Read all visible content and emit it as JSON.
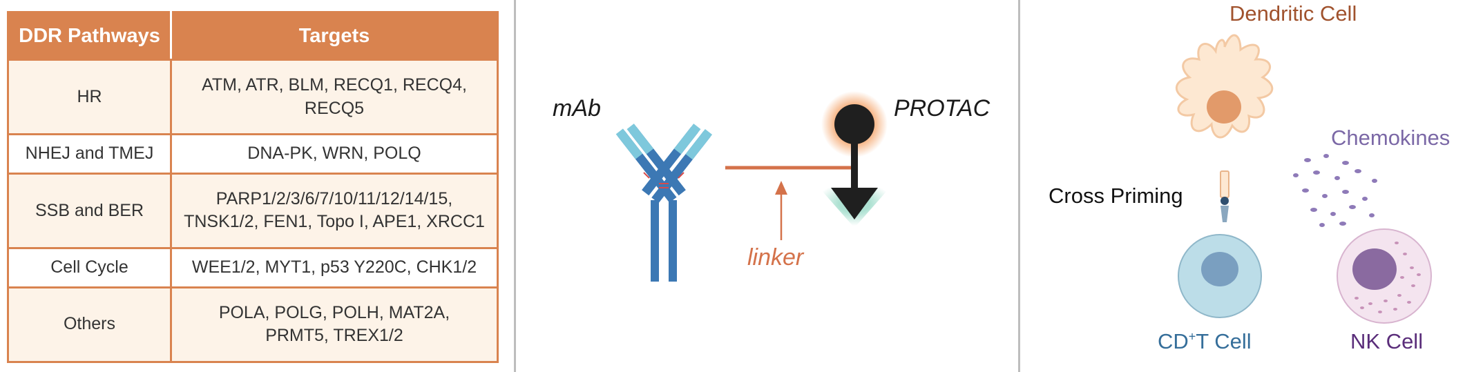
{
  "table": {
    "headers": [
      "DDR Pathways",
      "Targets"
    ],
    "rows": [
      {
        "pathway": "HR",
        "targets": [
          "ATM, ATR, BLM, RECQ1, RECQ4, RECQ5"
        ]
      },
      {
        "pathway": "NHEJ and TMEJ",
        "targets": [
          "DNA-PK, WRN, POLQ"
        ]
      },
      {
        "pathway": "SSB and BER",
        "targets": [
          "PARP1/2/3/6/7/10/11/12/14/15,",
          "TNSK1/2, FEN1, Topo I, APE1, XRCC1"
        ]
      },
      {
        "pathway": "Cell Cycle",
        "targets": [
          "WEE1/2, MYT1, p53 Y220C, CHK1/2"
        ]
      },
      {
        "pathway": "Others",
        "targets": [
          "POLA, POLG, POLH, MAT2A,",
          "PRMT5, TREX1/2"
        ]
      }
    ]
  },
  "conjugate": {
    "antibody_label": "mAb",
    "protac_label": "PROTAC",
    "linker_label": "linker"
  },
  "immune": {
    "dendritic_label": "Dendritic Cell",
    "chemokines_label": "Chemokines",
    "cross_priming_label": "Cross Priming",
    "t_cell_label_prefix": "CD",
    "t_cell_label_sup": "+",
    "t_cell_label_suffix": "T Cell",
    "nk_cell_label": "NK Cell"
  },
  "colors": {
    "table_header": "#d9834f",
    "antibody_dark": "#3c78b4",
    "antibody_light": "#7ec8dc",
    "linker": "#d4724a",
    "dendritic": "#a0522d",
    "chemokines": "#7b68a6",
    "t_cell": "#356e9a",
    "nk_cell": "#5a2d7a"
  }
}
